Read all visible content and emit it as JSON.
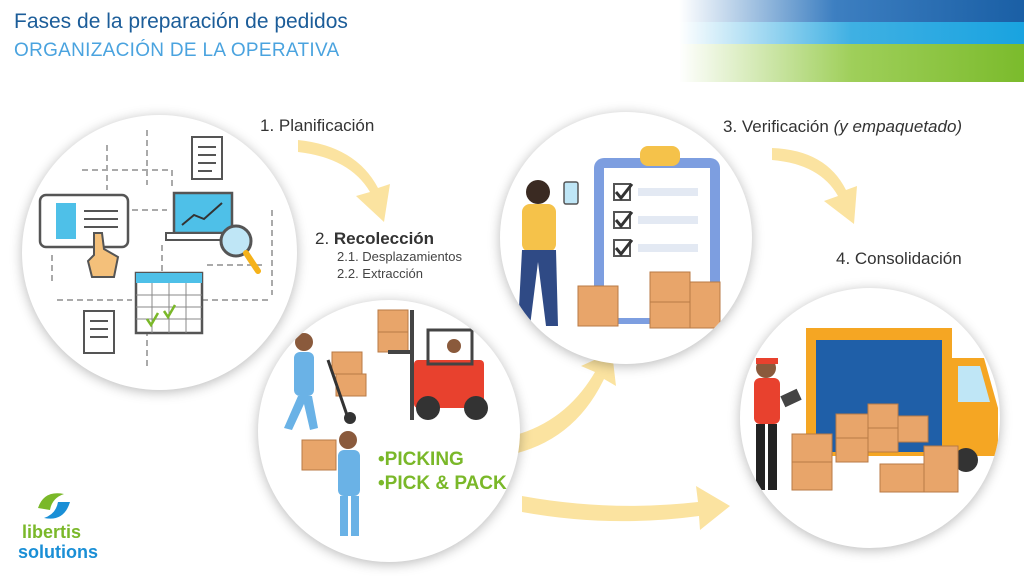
{
  "header": {
    "title": "Fases de la preparación de pedidos",
    "subtitle": "ORGANIZACIÓN DE LA OPERATIVA"
  },
  "steps": {
    "step1": "1. Planificación",
    "step2_prefix": "2. ",
    "step2_bold": "Recolección",
    "step2_sub1": "2.1. Desplazamientos",
    "step2_sub2": "2.2. Extracción",
    "step3_prefix": "3. Verificación ",
    "step3_italic": "(y empaquetado)",
    "step4": "4. Consolidación"
  },
  "picking": {
    "item1": "•PICKING",
    "item2": "•PICK & PACK"
  },
  "logo": {
    "line1": "libertis",
    "line2": "solutions"
  },
  "colors": {
    "title": "#1c5d99",
    "subtitle": "#4aa3df",
    "accent_green": "#7ab829",
    "arrow": "#fbe3a0",
    "box": "#e8a56a"
  }
}
